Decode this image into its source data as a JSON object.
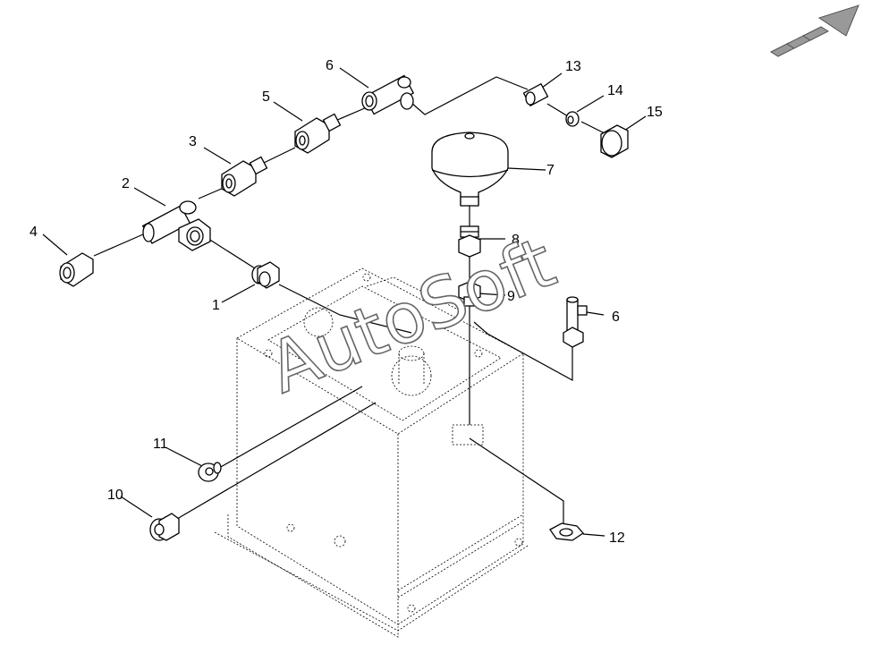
{
  "diagram": {
    "callouts": [
      "1",
      "2",
      "3",
      "4",
      "5",
      "6",
      "6",
      "7",
      "8",
      "9",
      "10",
      "11",
      "12",
      "13",
      "14",
      "15"
    ],
    "watermark": "AutoSoft",
    "direction_arrow_icon": "direction-arrow-icon"
  }
}
